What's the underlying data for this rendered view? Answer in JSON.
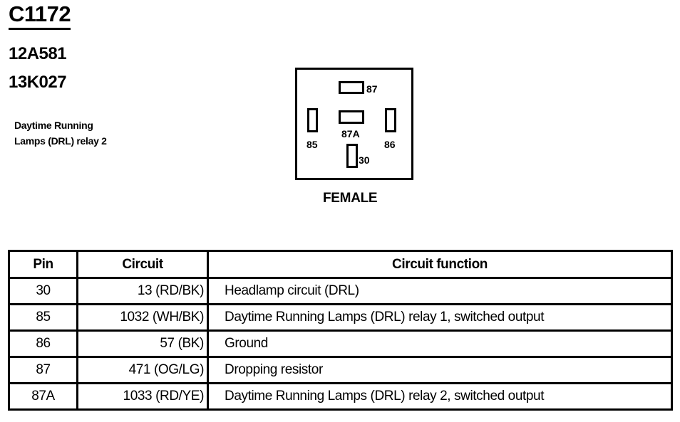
{
  "header": {
    "connector_id": "C1172",
    "part_numbers": [
      "12A581",
      "13K027"
    ],
    "description_lines": [
      "Daytime Running",
      "Lamps (DRL) relay 2"
    ]
  },
  "connector_face": {
    "terminals": [
      "87",
      "85",
      "87A",
      "86",
      "30"
    ],
    "gender_label": "FEMALE"
  },
  "pin_table": {
    "headers": [
      "Pin",
      "Circuit",
      "Circuit function"
    ],
    "rows": [
      {
        "pin": "30",
        "circuit": "13 (RD/BK)",
        "function": "Headlamp circuit (DRL)"
      },
      {
        "pin": "85",
        "circuit": "1032 (WH/BK)",
        "function": "Daytime Running Lamps (DRL) relay 1, switched output"
      },
      {
        "pin": "86",
        "circuit": "57 (BK)",
        "function": "Ground"
      },
      {
        "pin": "87",
        "circuit": "471 (OG/LG)",
        "function": "Dropping resistor"
      },
      {
        "pin": "87A",
        "circuit": "1033 (RD/YE)",
        "function": "Daytime Running Lamps (DRL) relay 2, switched output"
      }
    ]
  }
}
